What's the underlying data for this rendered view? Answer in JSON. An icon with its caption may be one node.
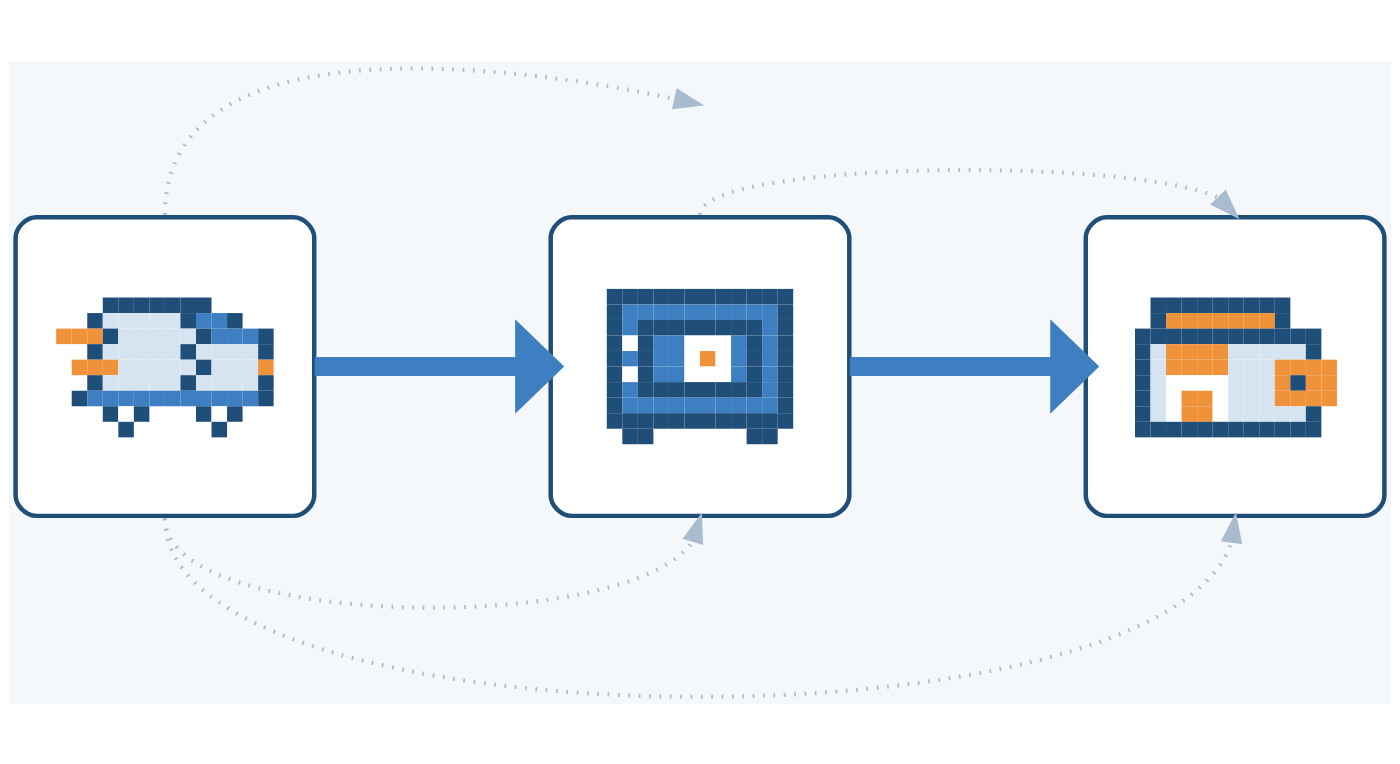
{
  "diagram": {
    "nodes": [
      {
        "text": [],
        "shape": "picture"
      },
      {
        "text": [],
        "shape": "picture"
      },
      {
        "text": [],
        "shape": "picture"
      }
    ],
    "edges": [
      {
        "from": 0,
        "to": 1,
        "arrow": "to",
        "style": "thick",
        "color": "#3d7fc1"
      },
      {
        "from": 1,
        "to": 2,
        "arrow": "to",
        "style": "thick",
        "color": "#3d7fc1"
      },
      {
        "from": 0,
        "to": null,
        "arrow": "to",
        "style": "dashed"
      },
      {
        "from": 1,
        "to": 2,
        "arrow": "to",
        "style": "dashed"
      },
      {
        "from": 0,
        "to": 1,
        "arrow": "to",
        "style": "dashed"
      },
      {
        "from": 0,
        "to": 2,
        "arrow": "to",
        "style": "dashed"
      }
    ]
  }
}
